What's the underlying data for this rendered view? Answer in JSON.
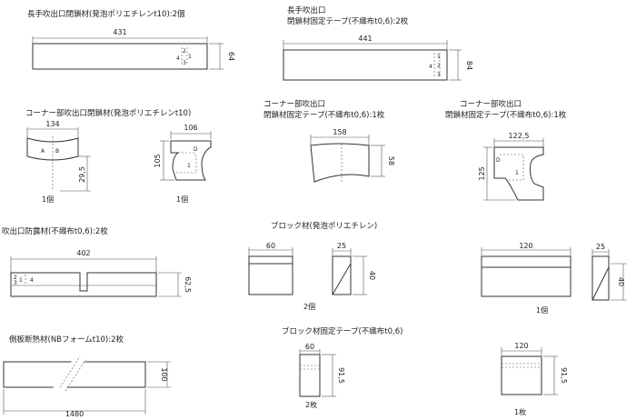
{
  "sections": {
    "long_seal": {
      "title": "長手吹出口閉鎖材(発泡ポリエチレンt10):2個",
      "width": "431",
      "height": "64",
      "stack": [
        "4",
        "2",
        "3",
        "1"
      ]
    },
    "long_tape": {
      "title1": "長手吹出口",
      "title2": "閉鎖材固定テープ(不織布t0,6):2枚",
      "width": "441",
      "height": "84",
      "stack": [
        "1",
        "4",
        "2",
        "3"
      ]
    },
    "corner_seal": {
      "title": "コーナー部吹出口閉鎖材(発泡ポリエチレンt10)",
      "a_width": "134",
      "a_height": "29,5",
      "a_label": "A",
      "b_label": "B",
      "a_qty": "1個",
      "d_width": "106",
      "d_height": "105",
      "d_label": "D",
      "d_num": "1",
      "d_qty": "1個"
    },
    "corner_tape_1": {
      "title1": "コーナー部吹出口",
      "title2": "閉鎖材固定テープ(不織布t0,6):1枚",
      "width": "158",
      "height": "58"
    },
    "corner_tape_2": {
      "title1": "コーナー部吹出口",
      "title2": "閉鎖材固定テープ(不織布t0,6):1枚",
      "width": "122,5",
      "height": "125",
      "d_label": "D",
      "d_num": "1"
    },
    "dew_seal": {
      "title": "吹出口防露材(不織布t0,6):2枚",
      "width": "402",
      "height": "62,5",
      "stack": [
        "2",
        "3",
        "1",
        "4"
      ]
    },
    "block": {
      "title": "ブロック材(発泡ポリエチレン)",
      "a_width": "60",
      "a_side_width": "25",
      "a_height": "40",
      "a_qty": "2個",
      "b_width": "120",
      "b_side_width": "25",
      "b_height": "40",
      "b_qty": "1個"
    },
    "side_insulation": {
      "title": "側板断熱材(NBフォームt10):2枚",
      "width": "1480",
      "height": "100"
    },
    "block_tape": {
      "title": "ブロック材固定テープ(不織布t0,6)",
      "a_width": "60",
      "a_height": "91,5",
      "a_qty": "2枚",
      "b_width": "120",
      "b_height": "91,5",
      "b_qty": "1枚"
    }
  }
}
